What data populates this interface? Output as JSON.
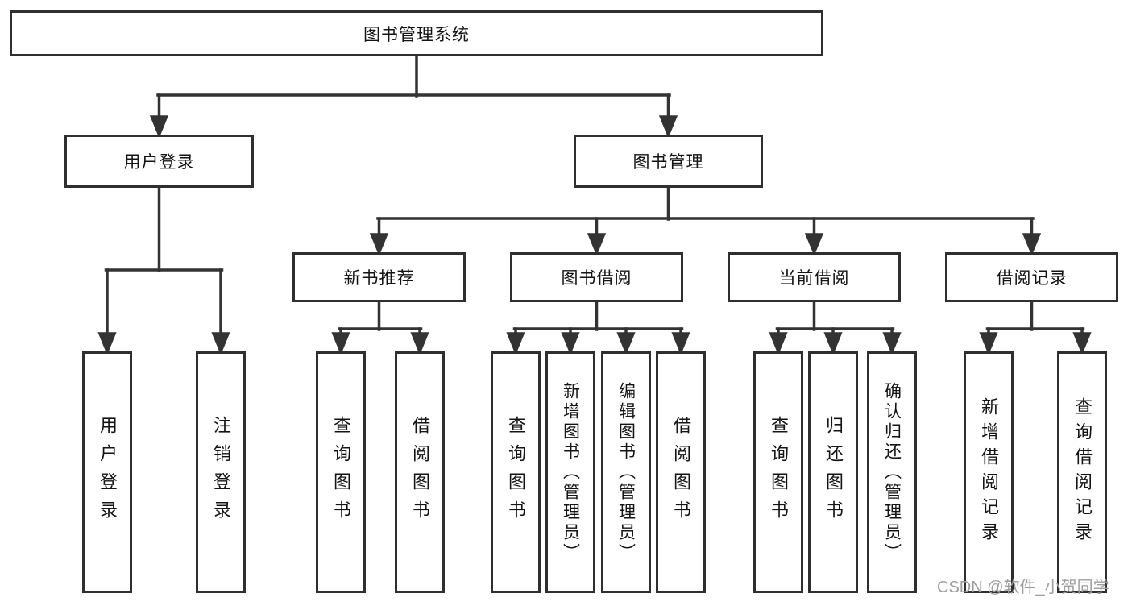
{
  "diagram": {
    "title_node": "图书管理系统",
    "level2": {
      "user_login": "用户登录",
      "book_management": "图书管理"
    },
    "level3": {
      "new_book_recommend": "新书推荐",
      "book_borrow": "图书借阅",
      "current_borrow": "当前借阅",
      "borrow_records": "借阅记录"
    },
    "leaves": {
      "user_login": [
        "用户登录",
        "注销登录"
      ],
      "new_book_recommend": [
        "查询图书",
        "借阅图书"
      ],
      "book_borrow": [
        "查询图书",
        "新增图书（管理员）",
        "编辑图书（管理员）",
        "借阅图书"
      ],
      "current_borrow": [
        "查询图书",
        "归还图书",
        "确认归还（管理员）"
      ],
      "borrow_records": [
        "新增借阅记录",
        "查询借阅记录"
      ]
    }
  },
  "watermark": {
    "text": "CSDN @软件_小贺同学",
    "color": "#9e9e9e"
  },
  "colors": {
    "line": "#333333",
    "border": "#2f2f2f",
    "text": "#141414",
    "background": "#ffffff"
  }
}
